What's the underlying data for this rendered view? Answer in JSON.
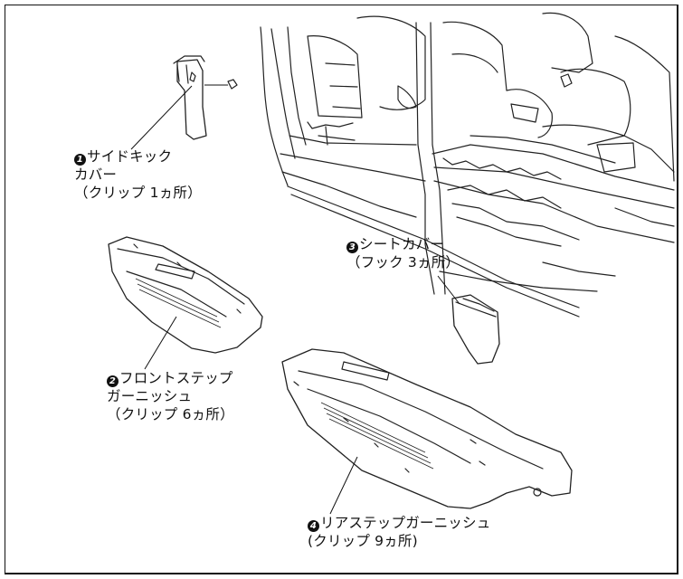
{
  "parts": [
    {
      "id": "side-kick-cover",
      "number": "1",
      "lines": [
        "サイドキック",
        "カバー",
        "（クリップ 1ヵ所）"
      ]
    },
    {
      "id": "front-step-garnish",
      "number": "2",
      "lines": [
        "フロントステップ",
        "ガーニッシュ",
        "（クリップ 6ヵ所）"
      ]
    },
    {
      "id": "seat-cover",
      "number": "3",
      "lines": [
        "シートカバー",
        "（フック 3ヵ所）"
      ]
    },
    {
      "id": "rear-step-garnish",
      "number": "4",
      "lines": [
        "リアステップガーニッシュ",
        "(クリップ 9ヵ所)"
      ]
    }
  ]
}
